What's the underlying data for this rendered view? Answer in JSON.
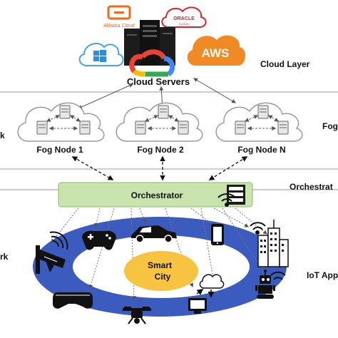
{
  "cloud_layer": {
    "label": "Cloud Layer",
    "servers_label": "Cloud Servers",
    "providers": {
      "alibaba": "Alibaba Cloud",
      "oracle_top": "ORACLE",
      "oracle_bottom": "CLOUD",
      "aws": "AWS"
    }
  },
  "fog_layer": {
    "label_partial": "Fog",
    "left_partial": "k",
    "nodes": [
      "Fog Node 1",
      "Fog Node 2",
      "Fog Node N"
    ]
  },
  "orchestrator_layer": {
    "label_partial": "Orchestrat",
    "box_label": "Orchestrator"
  },
  "iot_layer": {
    "label_partial": "IoT App",
    "left_partial": "rk",
    "center_line1": "Smart",
    "center_line2": "City"
  },
  "colors": {
    "layer_divider": "#c9b7b7",
    "orchestrator_fill": "#c9e3ad",
    "ring_blue": "#3b5bbf",
    "smart_city_fill": "#f7c442",
    "aws_orange": "#f08a24",
    "alibaba_orange": "#ef6a1a",
    "oracle_red": "#d9242c"
  },
  "icons": [
    "alibaba-logo",
    "oracle-logo",
    "windows-azure-logo",
    "aws-logo",
    "google-cloud-logo",
    "server-stack-icon",
    "fog-cloud-icon",
    "gamepad-icon",
    "car-icon",
    "smartphone-icon",
    "wifi-icon",
    "buildings-icon",
    "robot-icon",
    "cloud-computer-icon",
    "drone-icon",
    "vr-headset-icon",
    "security-camera-icon"
  ]
}
